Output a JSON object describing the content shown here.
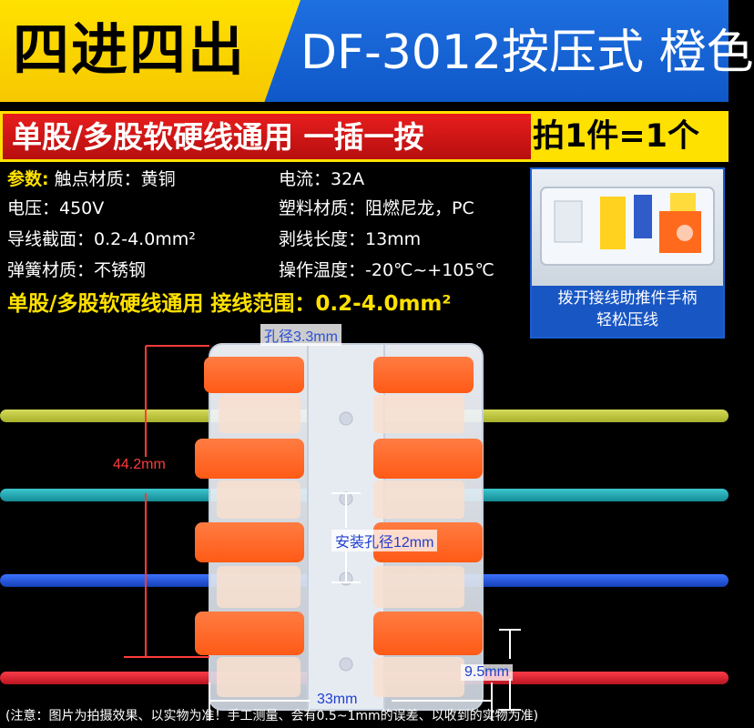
{
  "header": {
    "title_main": "四进四出",
    "title_model": "DF-3012按压式 橙色",
    "colors": {
      "yellow": "#ffe100",
      "blue": "#1565d8",
      "black": "#000000"
    }
  },
  "banner": {
    "text": "单股/多股软硬线通用 一插一按",
    "count": "拍1件=1个",
    "colors": {
      "red": "#d81717",
      "yellow": "#ffe100"
    }
  },
  "specs": {
    "label": "参数:",
    "items": [
      {
        "text": "触点材质：黄铜"
      },
      {
        "text": "电流：32A"
      },
      {
        "text": "电压：450V"
      },
      {
        "text": "塑料材质：阻燃尼龙，PC"
      },
      {
        "text": "导线截面：0.2-4.0mm²"
      },
      {
        "text": "剥线长度：13mm"
      },
      {
        "text": "弹簧材质：不锈钢"
      },
      {
        "text": "操作温度：-20℃~+105℃"
      }
    ]
  },
  "highlight_line": "单股/多股软硬线通用 接线范围：0.2-4.0mm²",
  "inset": {
    "caption_line1": "拨开接线助推件手柄",
    "caption_line2": "轻松压线"
  },
  "dimensions": {
    "hole": "孔径3.3mm",
    "height": "44.2mm",
    "mount_hole": "安装孔径12mm",
    "thickness": "9.5mm",
    "width": "33mm"
  },
  "wires": [
    {
      "color": "#b9c23a"
    },
    {
      "color": "#1aa0a8"
    },
    {
      "color": "#1b4fcf"
    },
    {
      "color": "#c41f2b"
    }
  ],
  "note": "(注意：图片为拍摄效果、以实物为准！手工测量、会有0.5~1mm的误差、以收到的实物为准)"
}
